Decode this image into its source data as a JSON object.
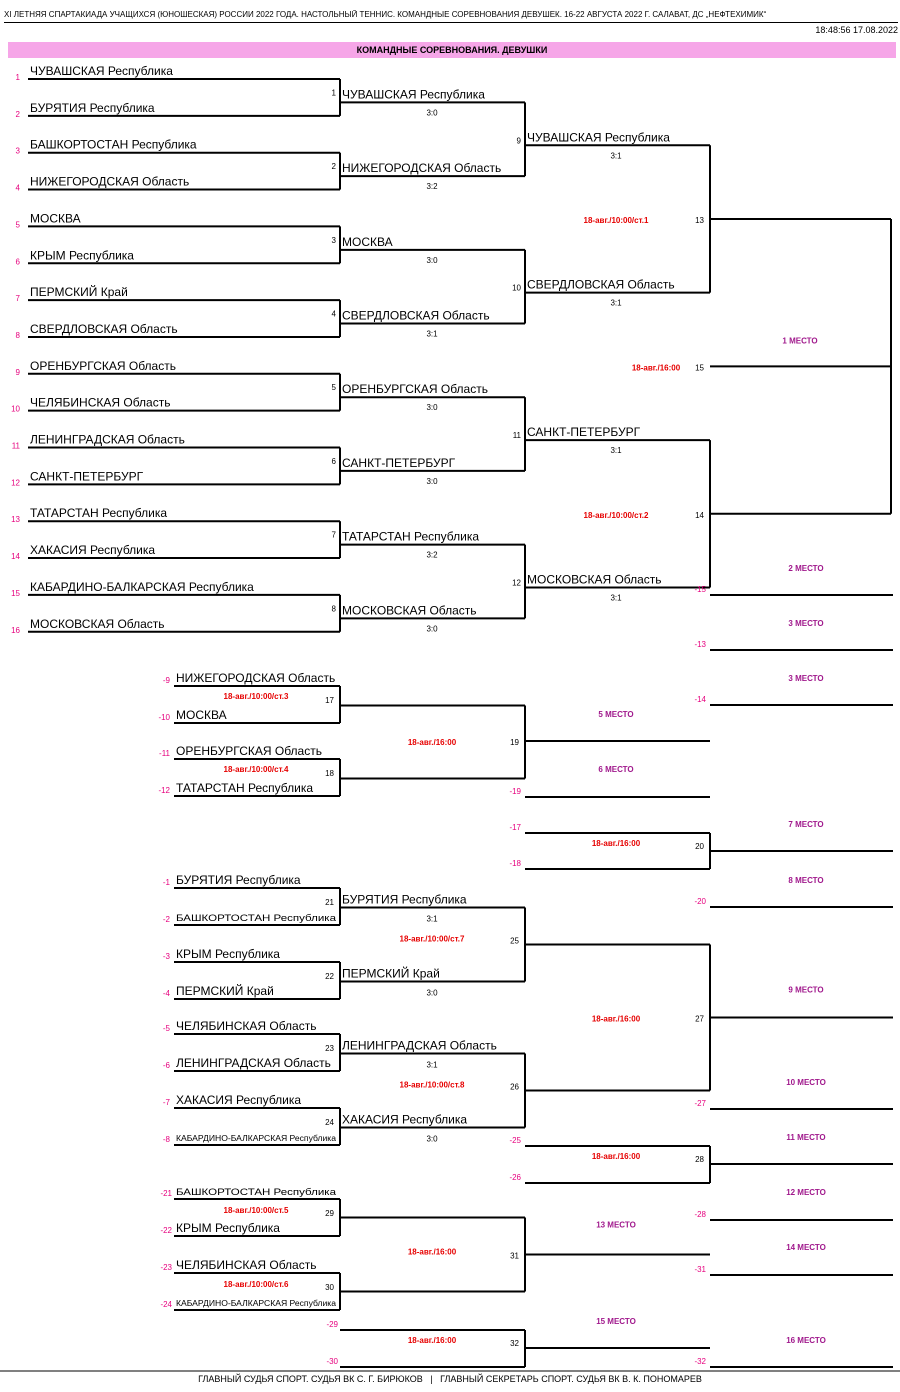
{
  "header": {
    "title": "XI ЛЕТНЯЯ СПАРТАКИАДА УЧАЩИХСЯ (ЮНОШЕСКАЯ) РОССИИ 2022 ГОДА. НАСТОЛЬНЫЙ ТЕННИС. КОМАНДНЫЕ СОРЕВНОВАНИЯ ДЕВУШЕК. 16-22 АВГУСТА 2022 Г. САЛАВАТ, ДС „НЕФТЕХИМИК“",
    "timestamp": "18:48:56 17.08.2022",
    "banner": "КОМАНДНЫЕ СОРЕВНОВАНИЯ. ДЕВУШКИ"
  },
  "colors": {
    "accent": "#e6007e",
    "banner": "#f6a6e8",
    "schedule": "#e60000",
    "place": "#a0188c"
  },
  "seeds": [
    {
      "n": "1",
      "team": "ЧУВАШСКАЯ Республика"
    },
    {
      "n": "2",
      "team": "БУРЯТИЯ Республика"
    },
    {
      "n": "3",
      "team": "БАШКОРТОСТАН Республика"
    },
    {
      "n": "4",
      "team": "НИЖЕГОРОДСКАЯ Область"
    },
    {
      "n": "5",
      "team": "МОСКВА"
    },
    {
      "n": "6",
      "team": "КРЫМ Республика"
    },
    {
      "n": "7",
      "team": "ПЕРМСКИЙ Край"
    },
    {
      "n": "8",
      "team": "СВЕРДЛОВСКАЯ Область"
    },
    {
      "n": "9",
      "team": "ОРЕНБУРГСКАЯ Область"
    },
    {
      "n": "10",
      "team": "ЧЕЛЯБИНСКАЯ Область"
    },
    {
      "n": "11",
      "team": "ЛЕНИНГРАДСКАЯ Область"
    },
    {
      "n": "12",
      "team": "САНКТ-ПЕТЕРБУРГ"
    },
    {
      "n": "13",
      "team": "ТАТАРСТАН Республика"
    },
    {
      "n": "14",
      "team": "ХАКАСИЯ Республика"
    },
    {
      "n": "15",
      "team": "КАБАРДИНО-БАЛКАРСКАЯ Республика"
    },
    {
      "n": "16",
      "team": "МОСКОВСКАЯ Область"
    }
  ],
  "round1": [
    {
      "match": "1",
      "winner": "ЧУВАШСКАЯ Республика",
      "score": "3:0"
    },
    {
      "match": "2",
      "winner": "НИЖЕГОРОДСКАЯ Область",
      "score": "3:2"
    },
    {
      "match": "3",
      "winner": "МОСКВА",
      "score": "3:0"
    },
    {
      "match": "4",
      "winner": "СВЕРДЛОВСКАЯ Область",
      "score": "3:1"
    },
    {
      "match": "5",
      "winner": "ОРЕНБУРГСКАЯ Область",
      "score": "3:0"
    },
    {
      "match": "6",
      "winner": "САНКТ-ПЕТЕРБУРГ",
      "score": "3:0"
    },
    {
      "match": "7",
      "winner": "ТАТАРСТАН Республика",
      "score": "3:2"
    },
    {
      "match": "8",
      "winner": "МОСКОВСКАЯ Область",
      "score": "3:0"
    }
  ],
  "round2": [
    {
      "match": "9",
      "winner": "ЧУВАШСКАЯ Республика",
      "score": "3:1"
    },
    {
      "match": "10",
      "winner": "СВЕРДЛОВСКАЯ Область",
      "score": "3:1"
    },
    {
      "match": "11",
      "winner": "САНКТ-ПЕТЕРБУРГ",
      "score": "3:1"
    },
    {
      "match": "12",
      "winner": "МОСКОВСКАЯ Область",
      "score": "3:1"
    }
  ],
  "semis": [
    {
      "match": "13",
      "schedule": "18-авг./10:00/ст.1"
    },
    {
      "match": "14",
      "schedule": "18-авг./10:00/ст.2"
    }
  ],
  "final": {
    "match": "15",
    "schedule": "18-авг./16:00",
    "place": "1 МЕСТО"
  },
  "places_top": [
    {
      "ref": "-15",
      "place": "2 МЕСТО"
    },
    {
      "ref": "-13",
      "place": "3 МЕСТО"
    },
    {
      "ref": "-14",
      "place": "3 МЕСТО"
    }
  ],
  "cons_5_8": {
    "entries": [
      {
        "ref": "-9",
        "team": "НИЖЕГОРОДСКАЯ Область"
      },
      {
        "ref": "-10",
        "team": "МОСКВА"
      },
      {
        "ref": "-11",
        "team": "ОРЕНБУРГСКАЯ Область"
      },
      {
        "ref": "-12",
        "team": "ТАТАРСТАН Республика"
      }
    ],
    "m17": {
      "match": "17",
      "schedule": "18-авг./10:00/ст.3"
    },
    "m18": {
      "match": "18",
      "schedule": "18-авг./10:00/ст.4"
    },
    "m19": {
      "match": "19",
      "schedule": "18-авг./16:00",
      "place": "5 МЕСТО",
      "loser_ref": "-19",
      "loser_place": "6 МЕСТО"
    },
    "m20": {
      "match": "20",
      "schedule": "18-авг./16:00",
      "ref_a": "-17",
      "ref_b": "-18",
      "place": "7 МЕСТО",
      "loser_ref": "-20",
      "loser_place": "8 МЕСТО"
    }
  },
  "cons_9_16": {
    "entries": [
      {
        "ref": "-1",
        "team": "БУРЯТИЯ Республика"
      },
      {
        "ref": "-2",
        "team": "БАШКОРТОСТАН Республика"
      },
      {
        "ref": "-3",
        "team": "КРЫМ Республика"
      },
      {
        "ref": "-4",
        "team": "ПЕРМСКИЙ Край"
      },
      {
        "ref": "-5",
        "team": "ЧЕЛЯБИНСКАЯ Область"
      },
      {
        "ref": "-6",
        "team": "ЛЕНИНГРАДСКАЯ Область"
      },
      {
        "ref": "-7",
        "team": "ХАКАСИЯ Республика"
      },
      {
        "ref": "-8",
        "team": "КАБАРДИНО-БАЛКАРСКАЯ Республика"
      }
    ],
    "r1": [
      {
        "match": "21",
        "winner": "БУРЯТИЯ Республика",
        "score": "3:1"
      },
      {
        "match": "22",
        "winner": "ПЕРМСКИЙ Край",
        "score": "3:0"
      },
      {
        "match": "23",
        "winner": "ЛЕНИНГРАДСКАЯ Область",
        "score": "3:1"
      },
      {
        "match": "24",
        "winner": "ХАКАСИЯ Республика",
        "score": "3:0"
      }
    ],
    "m25": {
      "match": "25",
      "schedule": "18-авг./10:00/ст.7"
    },
    "m26": {
      "match": "26",
      "schedule": "18-авг./10:00/ст.8"
    },
    "m27": {
      "match": "27",
      "schedule": "18-авг./16:00",
      "place": "9 МЕСТО",
      "loser_ref": "-27",
      "loser_place": "10 МЕСТО"
    },
    "m28": {
      "match": "28",
      "schedule": "18-авг./16:00",
      "ref_a": "-25",
      "ref_b": "-26",
      "place": "11 МЕСТО",
      "loser_ref": "-28",
      "loser_place": "12 МЕСТО"
    }
  },
  "cons_13_16": {
    "entries": [
      {
        "ref": "-21",
        "team": "БАШКОРТОСТАН Республика"
      },
      {
        "ref": "-22",
        "team": "КРЫМ Республика"
      },
      {
        "ref": "-23",
        "team": "ЧЕЛЯБИНСКАЯ Область"
      },
      {
        "ref": "-24",
        "team": "КАБАРДИНО-БАЛКАРСКАЯ Республика"
      }
    ],
    "m29": {
      "match": "29",
      "schedule": "18-авг./10:00/ст.5"
    },
    "m30": {
      "match": "30",
      "schedule": "18-авг./10:00/ст.6"
    },
    "m31": {
      "match": "31",
      "schedule": "18-авг./16:00",
      "place": "13 МЕСТО",
      "loser_ref": "-31",
      "loser_place": "14 МЕСТО"
    },
    "m32": {
      "match": "32",
      "schedule": "18-авг./16:00",
      "ref_a": "-29",
      "ref_b": "-30",
      "place": "15 МЕСТО",
      "loser_ref": "-32",
      "loser_place": "16 МЕСТО"
    }
  },
  "footer": "ГЛАВНЫЙ СУДЬЯ СПОРТ. СУДЬЯ ВК С. Г. БИРЮКОВ   |   ГЛАВНЫЙ СЕКРЕТАРЬ СПОРТ. СУДЬЯ ВК В. К. ПОНОМАРЕВ"
}
